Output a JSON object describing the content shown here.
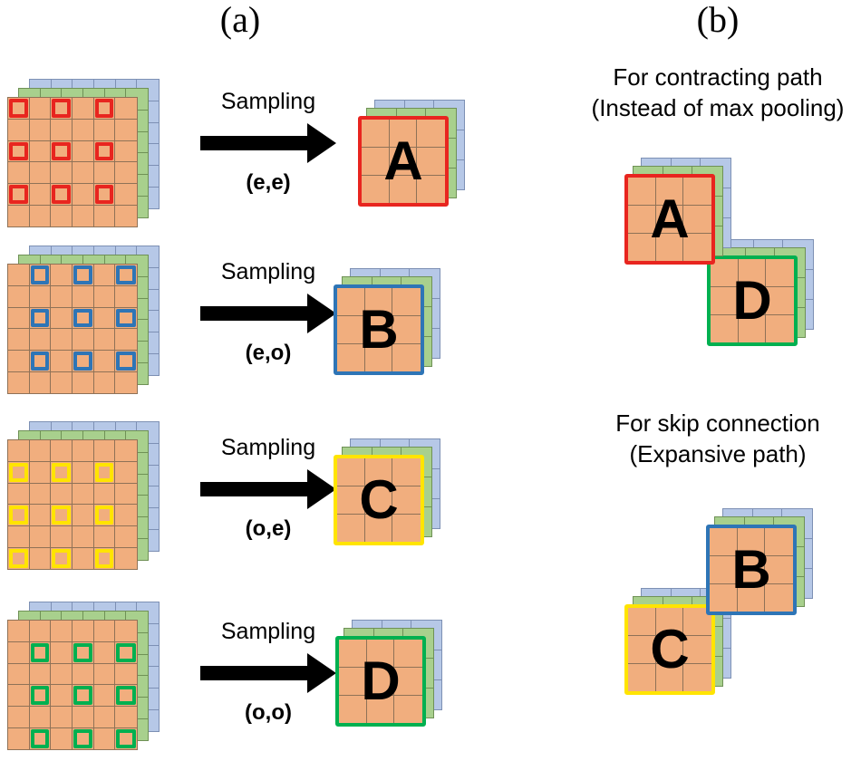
{
  "figure": {
    "panel_a_label": "(a)",
    "panel_b_label": "(b)"
  },
  "colors": {
    "front_fill": "#f1ae7e",
    "middle_fill": "#a8d08d",
    "back_fill": "#b6c8e7",
    "front_stroke": "#8f7257",
    "middle_stroke": "#6f9156",
    "back_stroke": "#7d90b4",
    "border_A": "#e8251f",
    "border_B": "#2e75b6",
    "border_C": "#ffe400",
    "border_D": "#00b050",
    "arrow": "#000000",
    "text": "#000000"
  },
  "grid": {
    "source_cells": 6,
    "result_cells": 3
  },
  "sampling_rows": [
    {
      "letter": "A",
      "arrow_label": "Sampling",
      "sample_label": "(e,e)",
      "rows": "even",
      "cols": "even"
    },
    {
      "letter": "B",
      "arrow_label": "Sampling",
      "sample_label": "(e,o)",
      "rows": "even",
      "cols": "odd"
    },
    {
      "letter": "C",
      "arrow_label": "Sampling",
      "sample_label": "(o,e)",
      "rows": "odd",
      "cols": "even"
    },
    {
      "letter": "D",
      "arrow_label": "Sampling",
      "sample_label": "(o,o)",
      "rows": "odd",
      "cols": "odd"
    }
  ],
  "panel_b_groups": [
    {
      "title_line1": "For contracting path",
      "title_line2": "(Instead of max pooling)",
      "back_letter": "D",
      "front_letter": "A"
    },
    {
      "title_line1": "For skip connection",
      "title_line2": "(Expansive path)",
      "back_letter": "C",
      "front_letter": "B"
    }
  ]
}
